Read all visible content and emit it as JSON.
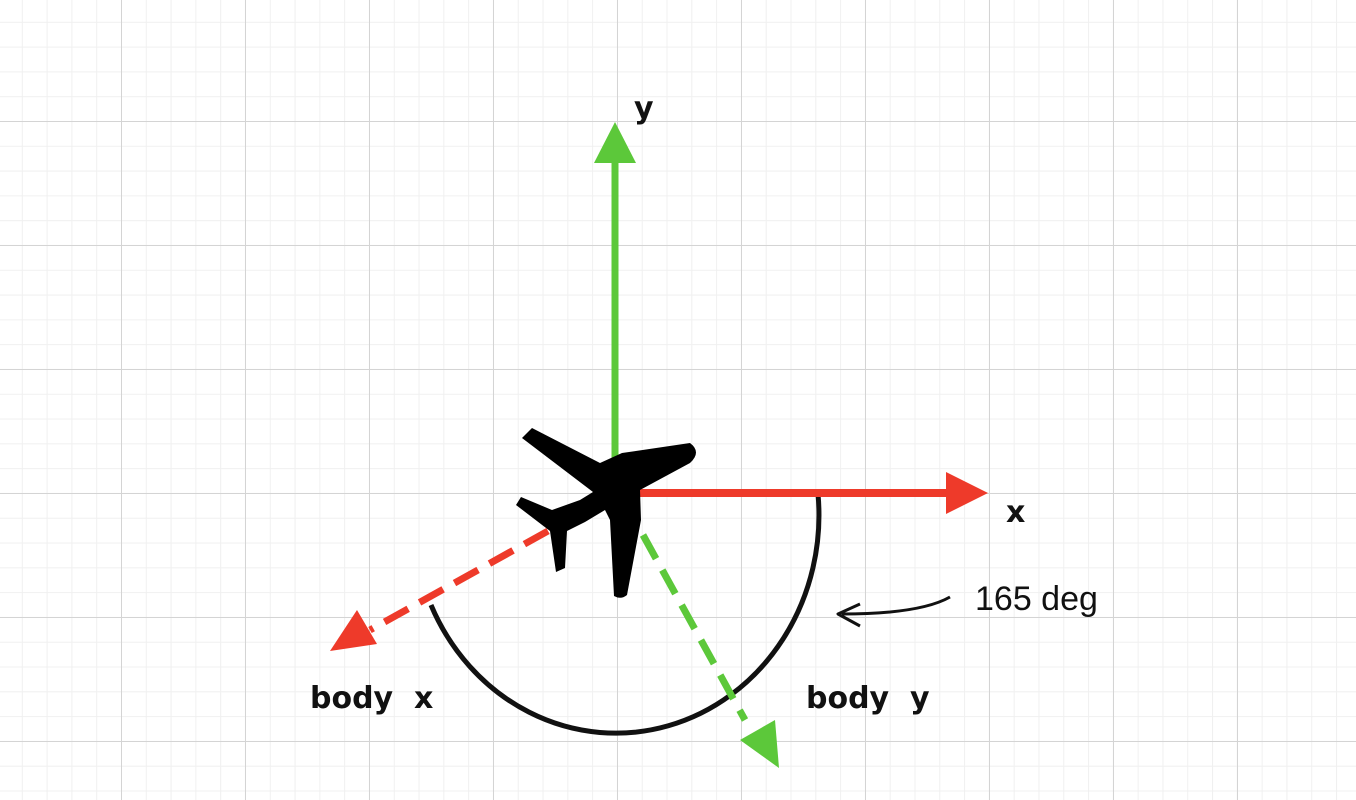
{
  "labels": {
    "world_y": "y",
    "world_x": "x",
    "body_x": "body  x",
    "body_y": "body  y",
    "angle": "165 deg"
  },
  "colors": {
    "x_axis": "#ee3a2a",
    "y_axis": "#5cc83a",
    "arc": "#111111",
    "aircraft": "#000000",
    "grid_major": "#d4d4d4",
    "grid_minor": "#f0f0f0"
  },
  "icons": {
    "aircraft": "airplane-icon"
  },
  "angle_deg": 165
}
